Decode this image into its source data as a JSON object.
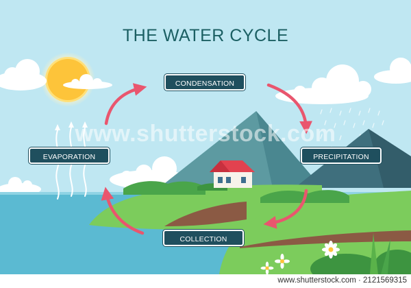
{
  "title": "THE WATER CYCLE",
  "stages": {
    "condensation": "CONDENSATION",
    "precipitation": "PRECIPITATION",
    "collection": "COLLECTION",
    "evaporation": "EVAPORATION"
  },
  "watermark": "www.shutterstock.com",
  "footer_text": "www.shutterstock.com · 2121569315",
  "colors": {
    "sky": "#bfe7f2",
    "sea": "#5bbad2",
    "arrow": "#e9566e",
    "label_bg": "#1f4f5e",
    "title": "#1b5f63",
    "sun": "#fdc43a",
    "mountain": "#5d9aa1",
    "grass": "#6cbf4e"
  },
  "icons": [
    "sun-icon",
    "cloud-icon",
    "house-icon",
    "rain-icon",
    "evaporation-arrows-icon",
    "flower-icon",
    "cycle-arrow-icon"
  ]
}
